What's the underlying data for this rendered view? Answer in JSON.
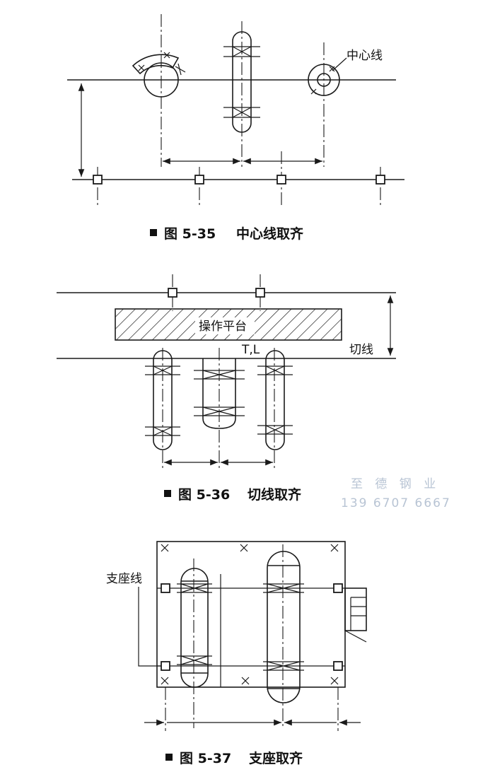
{
  "fig35": {
    "caption_number": "图 5-35",
    "caption_title": "中心线取齐",
    "label_centerline": "中心线"
  },
  "fig36": {
    "caption_number": "图 5-36",
    "caption_title": "切线取齐",
    "label_platform": "操作平台",
    "label_tl": "T,L",
    "label_tangent": "切线"
  },
  "fig37": {
    "caption_number": "图 5-37",
    "caption_title": "支座取齐",
    "label_support": "支座线"
  },
  "watermark": {
    "line1": "至 德 钢 业",
    "line2": "139 6707 6667"
  }
}
